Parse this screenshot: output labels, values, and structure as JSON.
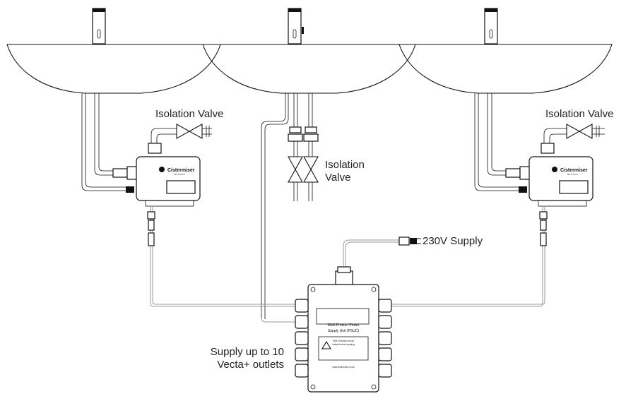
{
  "labels": {
    "isolation_valve_left": "Isolation Valve",
    "isolation_valve_right": "Isolation Valve",
    "isolation_center_1": "Isolation",
    "isolation_center_2": "Valve",
    "supply_230": "230V Supply",
    "supply_up_to_1": "Supply up to 10",
    "supply_up_to_2": "Vecta+ outlets"
  },
  "control_box": {
    "brand": "Cistermiser",
    "brand_sub": "VECTA PLUS"
  },
  "psu": {
    "title_1": "Multi-Product Power",
    "title_2": "Supply Unit   (PSUC)",
    "warn_1": "Risk of electric shock",
    "warn_2": "Isolate before opening",
    "website": "www.cistermiser.co.uk"
  },
  "colors": {
    "line": "#111111",
    "pipe_grey": "#9a9a9a",
    "background": "#ffffff"
  }
}
